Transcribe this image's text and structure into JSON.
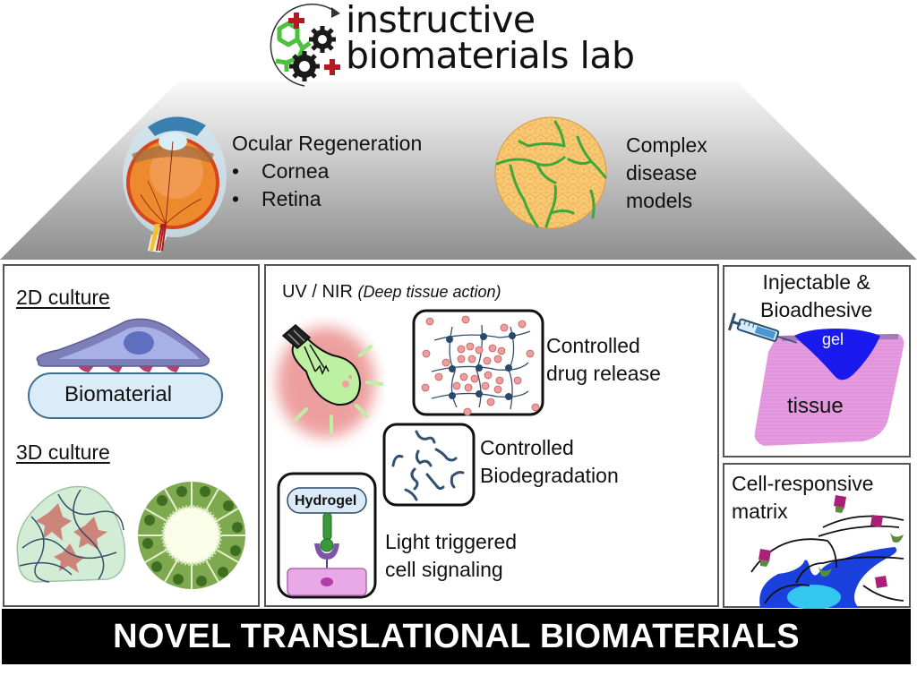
{
  "logo": {
    "line1": "instructive",
    "line2": "biomaterials lab"
  },
  "applications": {
    "ocular": {
      "title": "Ocular Regeneration",
      "items": [
        "Cornea",
        "Retina"
      ]
    },
    "disease": {
      "lines": [
        "Complex",
        "disease",
        "models"
      ]
    }
  },
  "left_panel": {
    "culture_2d": "2D culture",
    "biomaterial_label": "Biomaterial",
    "culture_3d": "3D culture"
  },
  "middle_panel": {
    "header_main": "UV / NIR",
    "header_italic": "(Deep tissue action)",
    "drug_release": [
      "Controlled",
      "drug release"
    ],
    "biodegradation": [
      "Controlled",
      "Biodegradation"
    ],
    "hydrogel_label": "Hydrogel",
    "signaling": [
      "Light triggered",
      "cell signaling"
    ]
  },
  "right_top_panel": {
    "title": [
      "Injectable &",
      "Bioadhesive"
    ],
    "gel_label": "gel",
    "tissue_label": "tissue"
  },
  "right_bottom_panel": {
    "title": [
      "Cell-responsive",
      "matrix"
    ]
  },
  "banner": {
    "text": "NOVEL TRANSLATIONAL BIOMATERIALS"
  },
  "colors": {
    "logo_green": "#4cc23c",
    "logo_red": "#b3191e",
    "bulb_green": "#bdf0a0",
    "glow_red": "#e88080",
    "gel_blue": "#1a1aee",
    "tissue_pink": "#e59be0",
    "banner_bg": "#000000"
  }
}
